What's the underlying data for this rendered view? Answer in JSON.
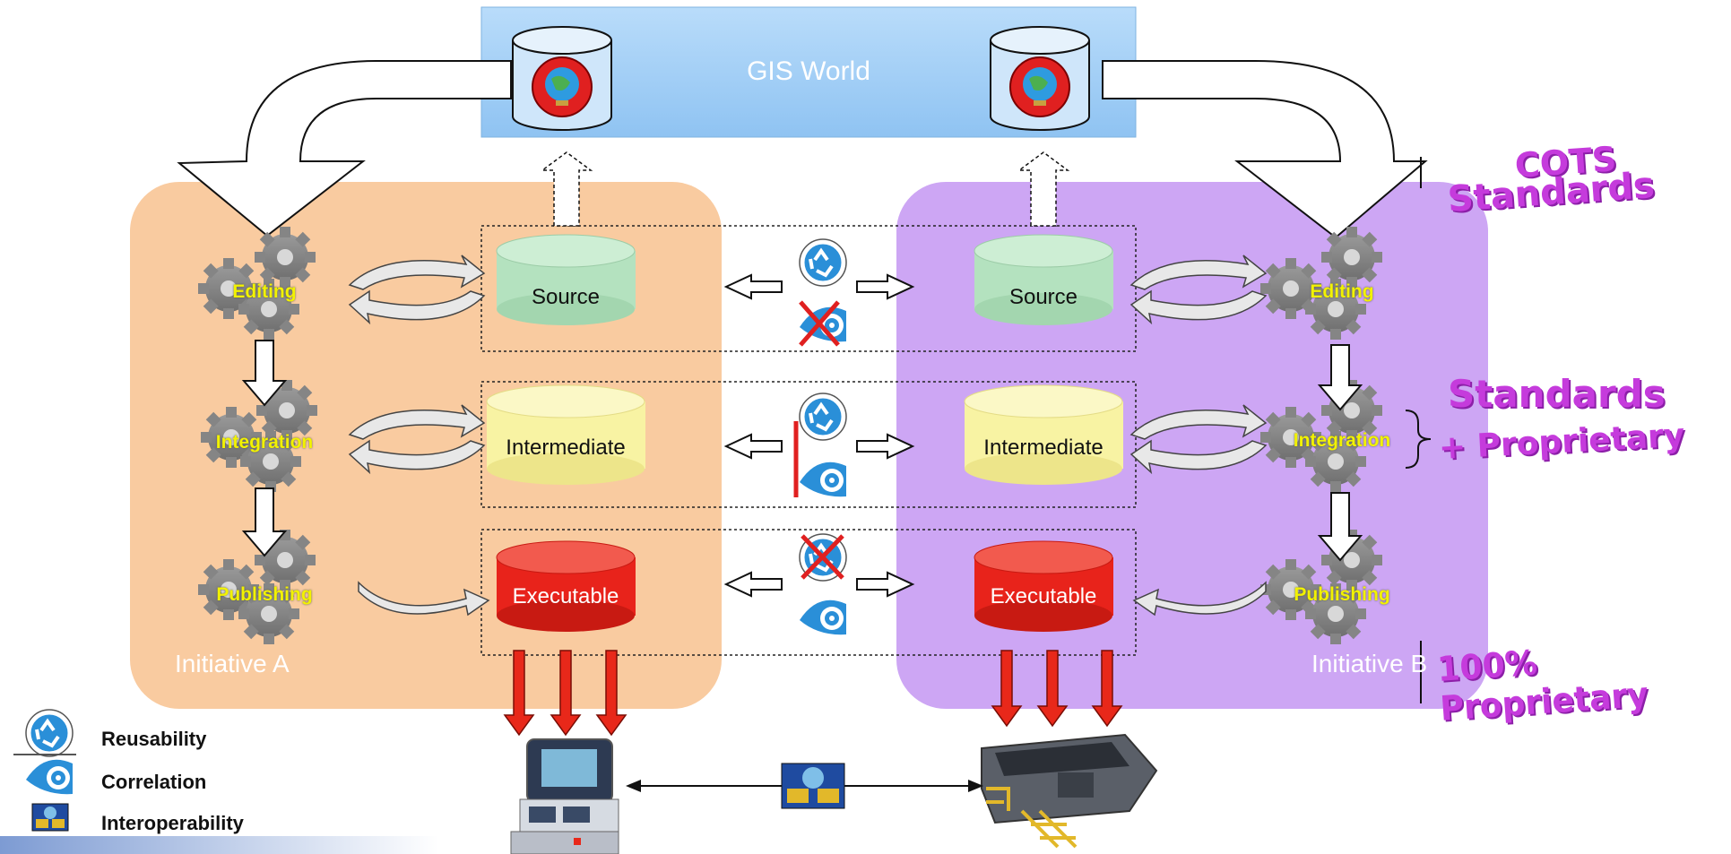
{
  "top": {
    "title": "GIS World"
  },
  "initiatives": {
    "a": "Initiative A",
    "b": "Initiative B"
  },
  "databases": {
    "source": "Source",
    "intermediate": "Intermediate",
    "executable": "Executable"
  },
  "processes": {
    "editing": "Editing",
    "integration": "Integration",
    "publishing": "Publishing"
  },
  "annotations": {
    "cots_line1": "COTS",
    "cots_line2": "Standards",
    "std_line1": "Standards",
    "std_line2": "+ Proprietary",
    "proprietary": "100% Proprietary"
  },
  "legend": {
    "reusability": "Reusability",
    "correlation": "Correlation",
    "interoperability": "Interoperability"
  },
  "colors": {
    "gis_box": "#9fcdf6",
    "initiative_a": "#f9cba0",
    "initiative_b": "#cda6f4",
    "source_db": "#b4e2bf",
    "intermediate_db": "#f8f3a3",
    "executable_db": "#e8231b",
    "down_arrows": "#e8281a",
    "wordart": "#c53bdc"
  },
  "icons": [
    "globe-icon",
    "recycle-icon",
    "correlation-target-icon",
    "interoperability-network-icon",
    "gear-icon",
    "simulator-cockpit-icon",
    "flight-simulator-icon"
  ]
}
